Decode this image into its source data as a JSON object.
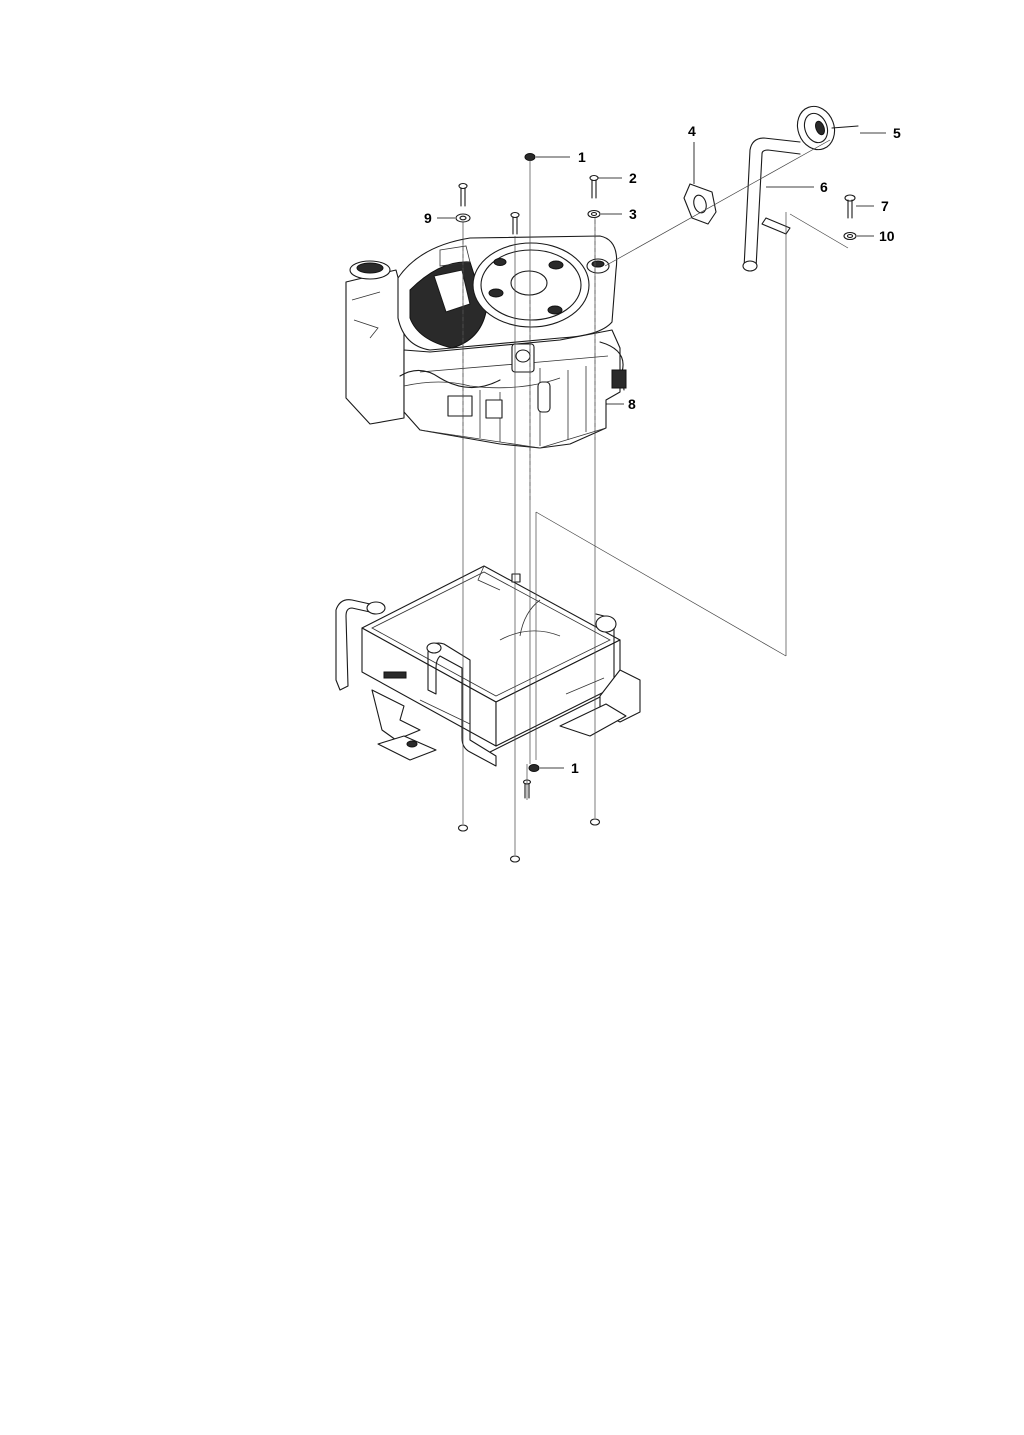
{
  "callouts": [
    {
      "id": "1a",
      "label": "1"
    },
    {
      "id": "2",
      "label": "2"
    },
    {
      "id": "3",
      "label": "3"
    },
    {
      "id": "4",
      "label": "4"
    },
    {
      "id": "5",
      "label": "5"
    },
    {
      "id": "6",
      "label": "6"
    },
    {
      "id": "7",
      "label": "7"
    },
    {
      "id": "8",
      "label": "8"
    },
    {
      "id": "9",
      "label": "9"
    },
    {
      "id": "10",
      "label": "10"
    },
    {
      "id": "1b",
      "label": "1"
    }
  ]
}
